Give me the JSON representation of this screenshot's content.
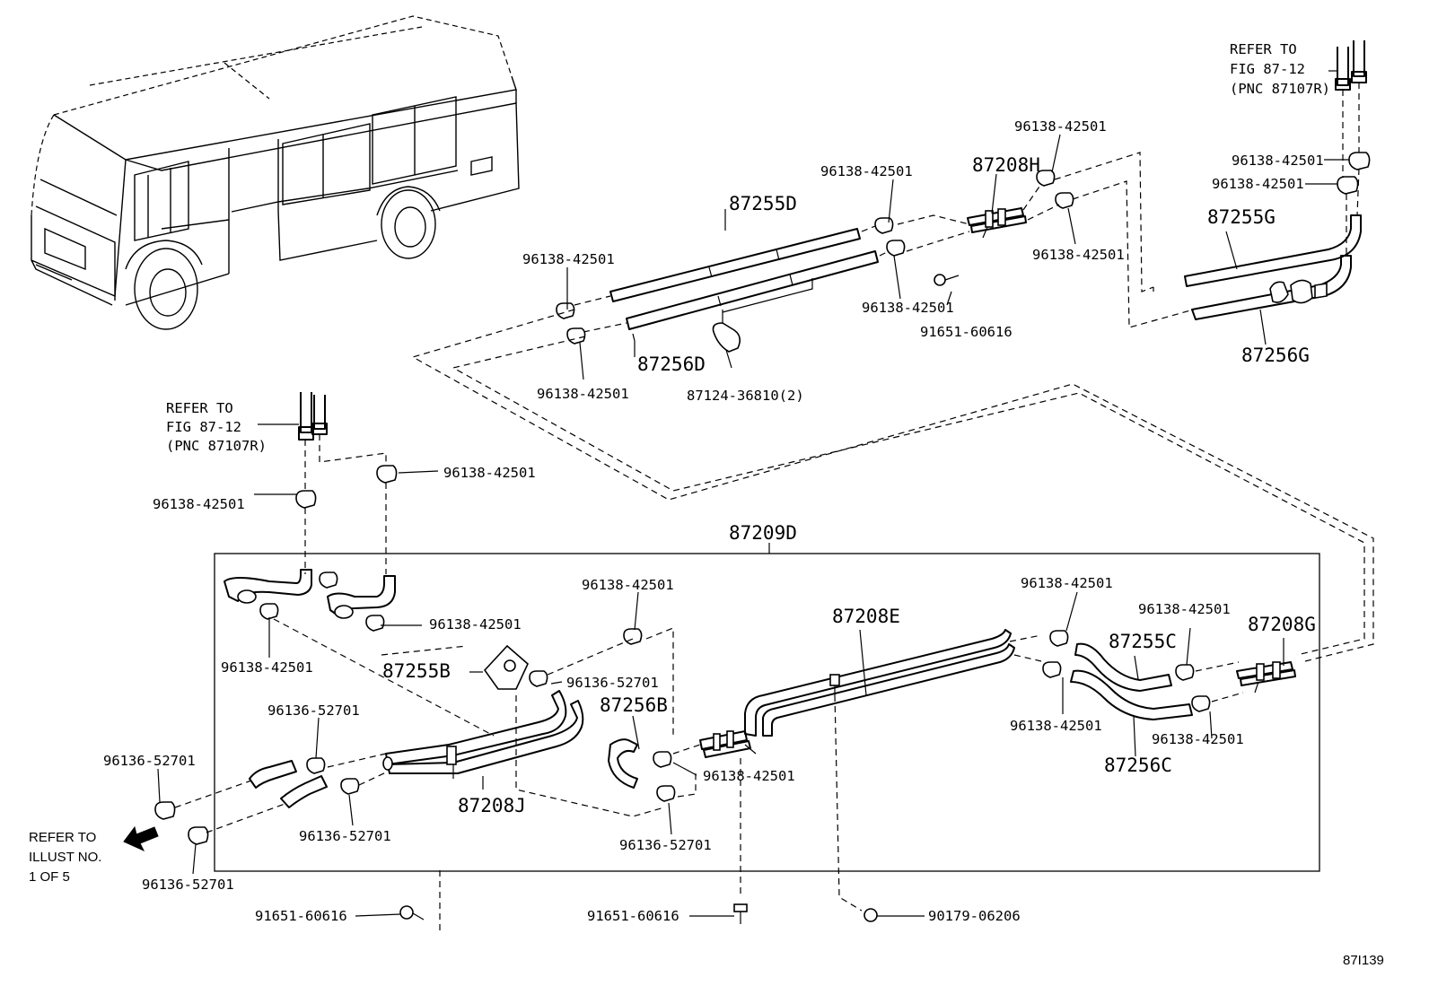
{
  "parts": {
    "p87209D": "87209D",
    "p87255D": "87255D",
    "p87256D": "87256D",
    "p87208H": "87208H",
    "p87255G": "87255G",
    "p87256G": "87256G",
    "p87255B": "87255B",
    "p87256B": "87256B",
    "p87208J": "87208J",
    "p87208E": "87208E",
    "p87255C": "87255C",
    "p87256C": "87256C",
    "p87208G": "87208G",
    "clamp_42501": "96138-42501",
    "clamp_52701": "96136-52701",
    "bolt": "91651-60616",
    "clip_90179": "90179-06206",
    "clip_87124": "87124-36810(2)"
  },
  "refs": {
    "refer_to": "REFER TO",
    "fig": "FIG 87-12",
    "pnc": "(PNC 87107R)",
    "illust_l1": "REFER TO",
    "illust_l2": "ILLUST NO.",
    "illust_l3": "1 OF 5"
  },
  "figure_code": "87I139"
}
